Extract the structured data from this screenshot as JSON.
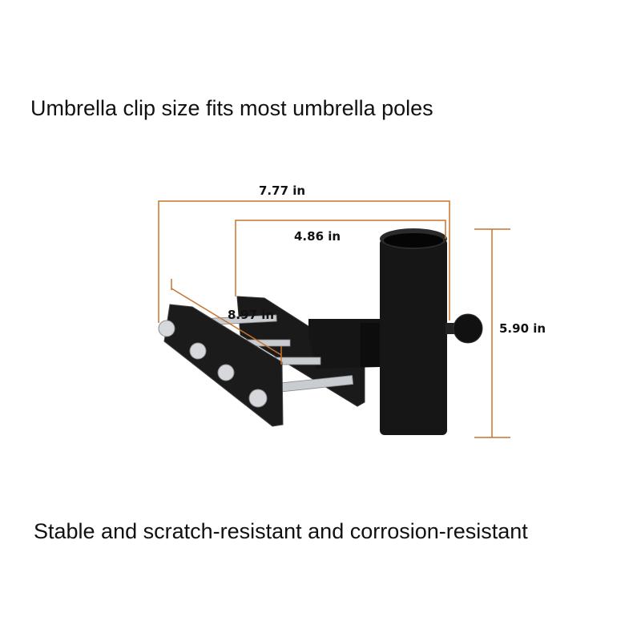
{
  "headline_top": "Umbrella clip size fits most umbrella poles",
  "headline_bottom": "Stable and scratch-resistant and corrosion-resistant",
  "dimensions": {
    "overall_width": "7.77 in",
    "arm_length": "4.86 in",
    "plate_length": "8.97 in",
    "tube_height": "5.90 in"
  },
  "colors": {
    "dimension_line": "#c8742e",
    "product": "#111111",
    "bolts": "#c9ccd0"
  }
}
